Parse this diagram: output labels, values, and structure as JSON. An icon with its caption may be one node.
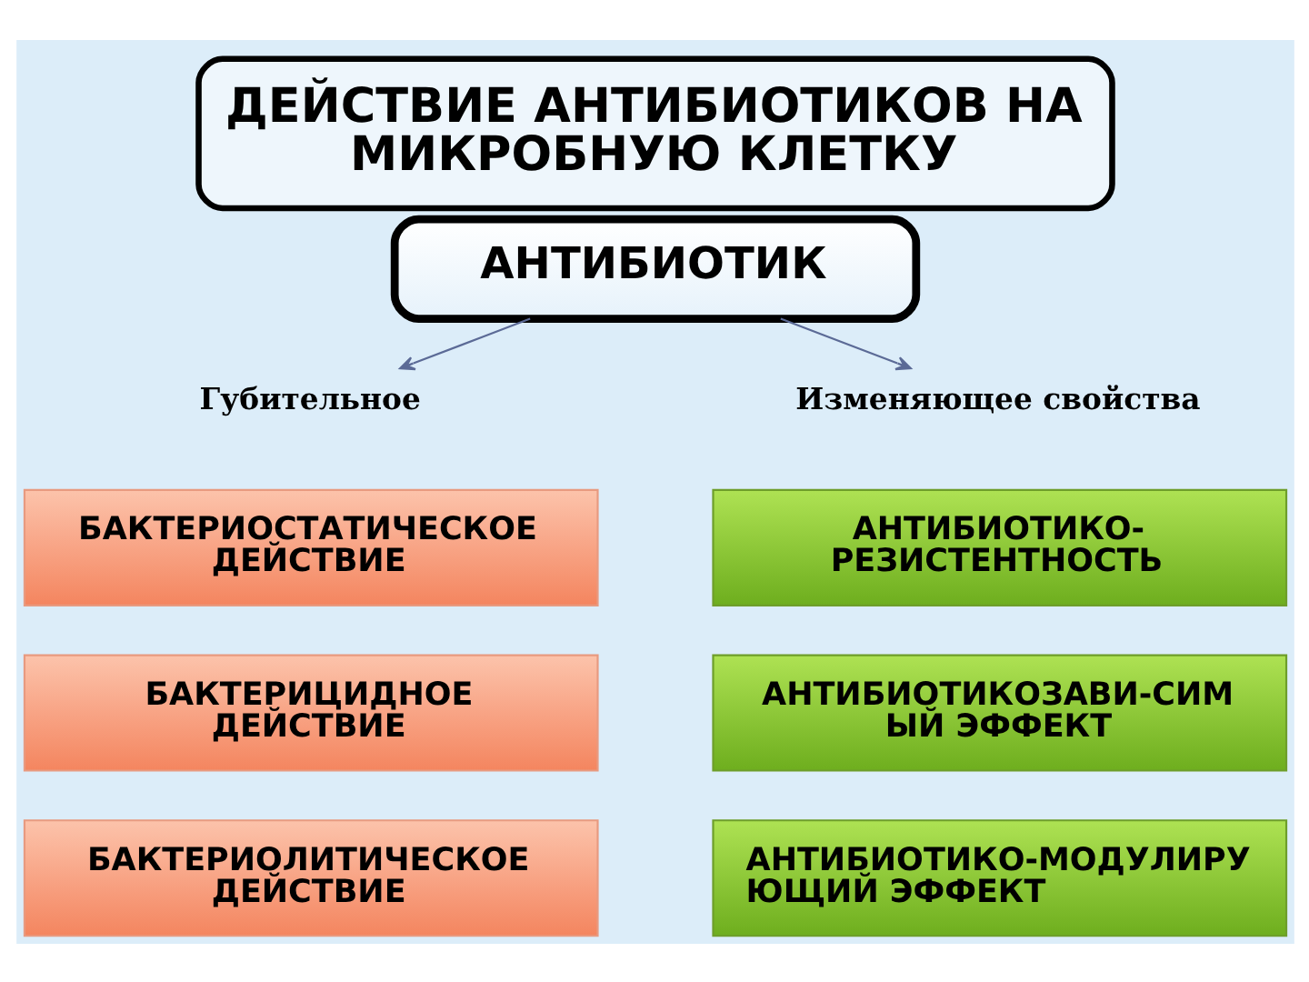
{
  "diagram": {
    "title": "ДЕЙСТВИЕ АНТИБИОТИКОВ НА МИКРОБНУЮ КЛЕТКУ",
    "nodes": [
      {
        "text": [
          "АНТИБИОТИК"
        ]
      },
      {
        "text": [
          "Губительное"
        ]
      },
      {
        "text": [
          "Изменяющее свойства"
        ]
      },
      {
        "text": [
          "БАКТЕРИОСТАТИЧЕСКОЕ ДЕЙСТВИЕ"
        ]
      },
      {
        "text": [
          "БАКТЕРИЦИДНОЕ ДЕЙСТВИЕ"
        ]
      },
      {
        "text": [
          "БАКТЕРИОЛИТИЧЕСКОЕ ДЕЙСТВИЕ"
        ]
      },
      {
        "text": [
          "АНТИБИОТИКО- РЕЗИСТЕНТНОСТЬ"
        ]
      },
      {
        "text": [
          "АНТИБИОТИКОЗАВИ-СИМ ЫЙ ЭФФЕКТ"
        ]
      },
      {
        "text": [
          "АНТИБИОТИКО-МОДУЛИРУ ЮЩИЙ ЭФФЕКТ"
        ]
      }
    ],
    "edges": [
      {
        "from": 0,
        "to": 1,
        "arrow": "to"
      },
      {
        "from": 0,
        "to": 2,
        "arrow": "to"
      }
    ]
  }
}
